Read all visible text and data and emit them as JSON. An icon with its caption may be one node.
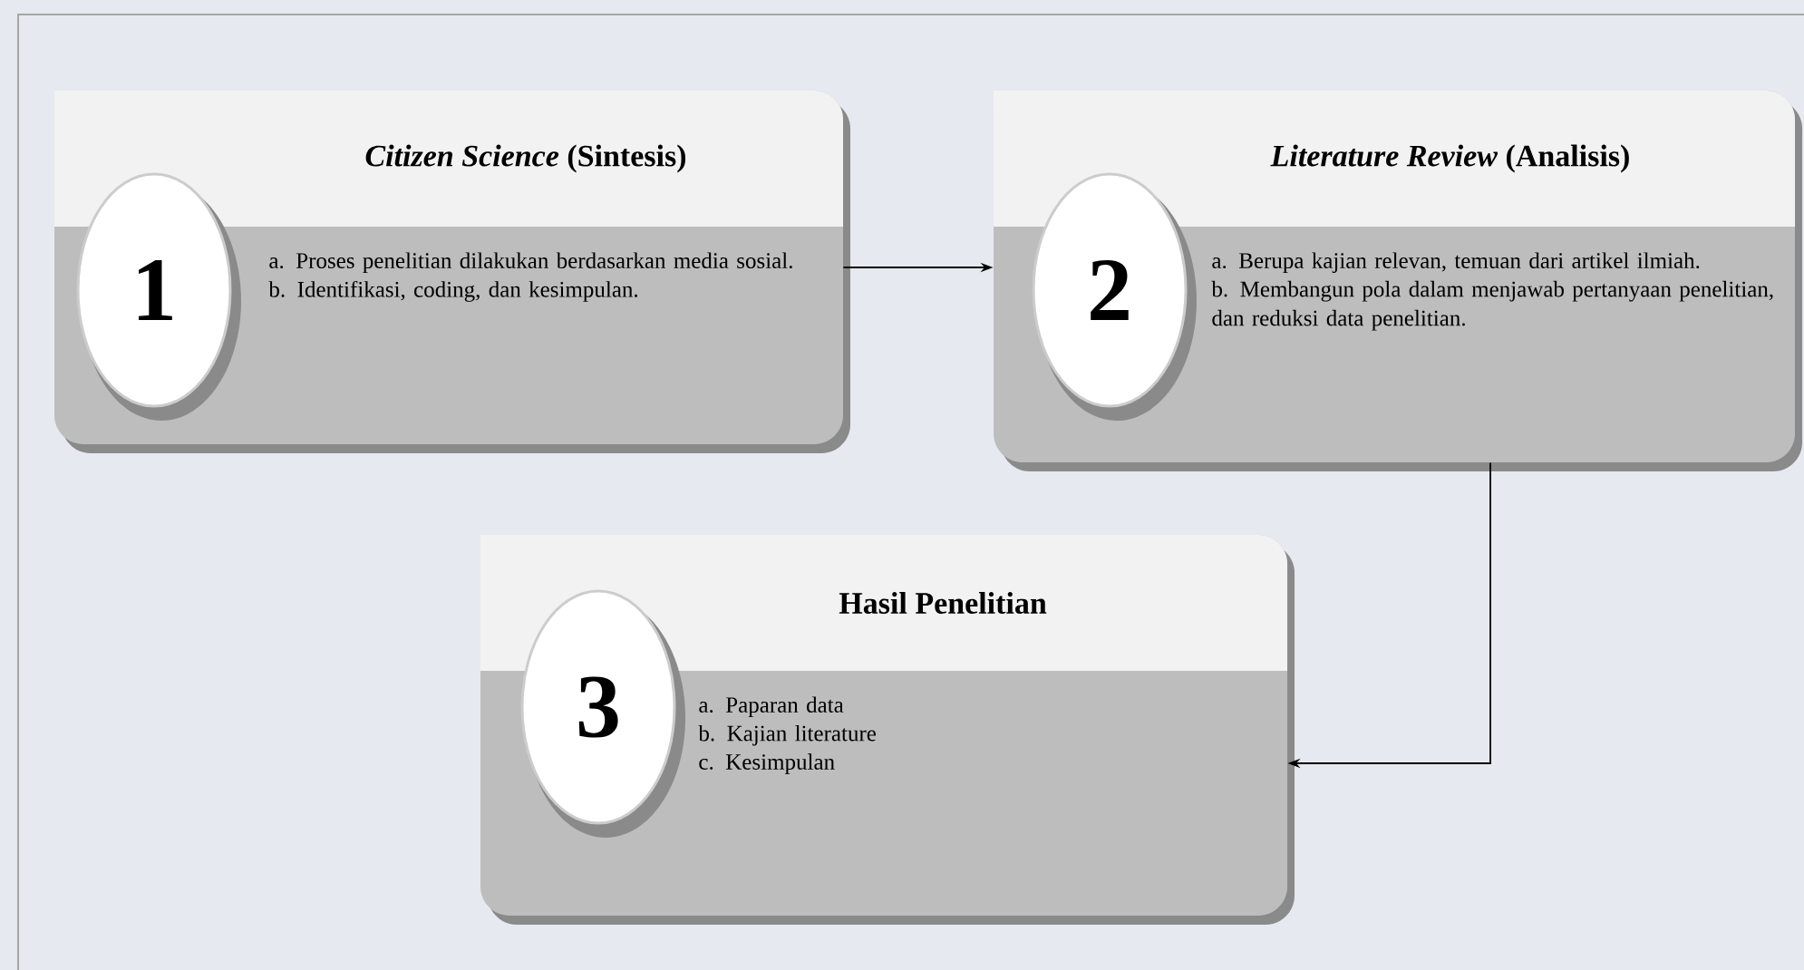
{
  "diagram": {
    "nodes": [
      {
        "text": [
          "*Citizen Science* (Sintesis)",
          "a. Proses penelitian dilakukan berdasarkan media sosial.",
          "b. Identifikasi, coding, dan kesimpulan."
        ]
      },
      {
        "text": [
          "1"
        ],
        "in": 0
      },
      {
        "text": [
          "*Literature Review* (Analisis)",
          "a. Berupa kajian relevan, temuan dari artikel ilmiah.",
          "b. Membangun pola dalam menjawab pertanyaan penelitian, dan reduksi data penelitian."
        ]
      },
      {
        "text": [
          "2"
        ],
        "in": 2
      },
      {
        "text": [
          "Hasil Penelitian",
          "a. Paparan data",
          "b. Kajian literature",
          "c. Kesimpulan"
        ]
      },
      {
        "text": [
          "3"
        ],
        "in": 4
      }
    ],
    "edges": [
      {
        "from": 0,
        "to": 2,
        "arrow": "to"
      },
      {
        "from": 2,
        "to": 4,
        "arrow": "to"
      }
    ]
  }
}
